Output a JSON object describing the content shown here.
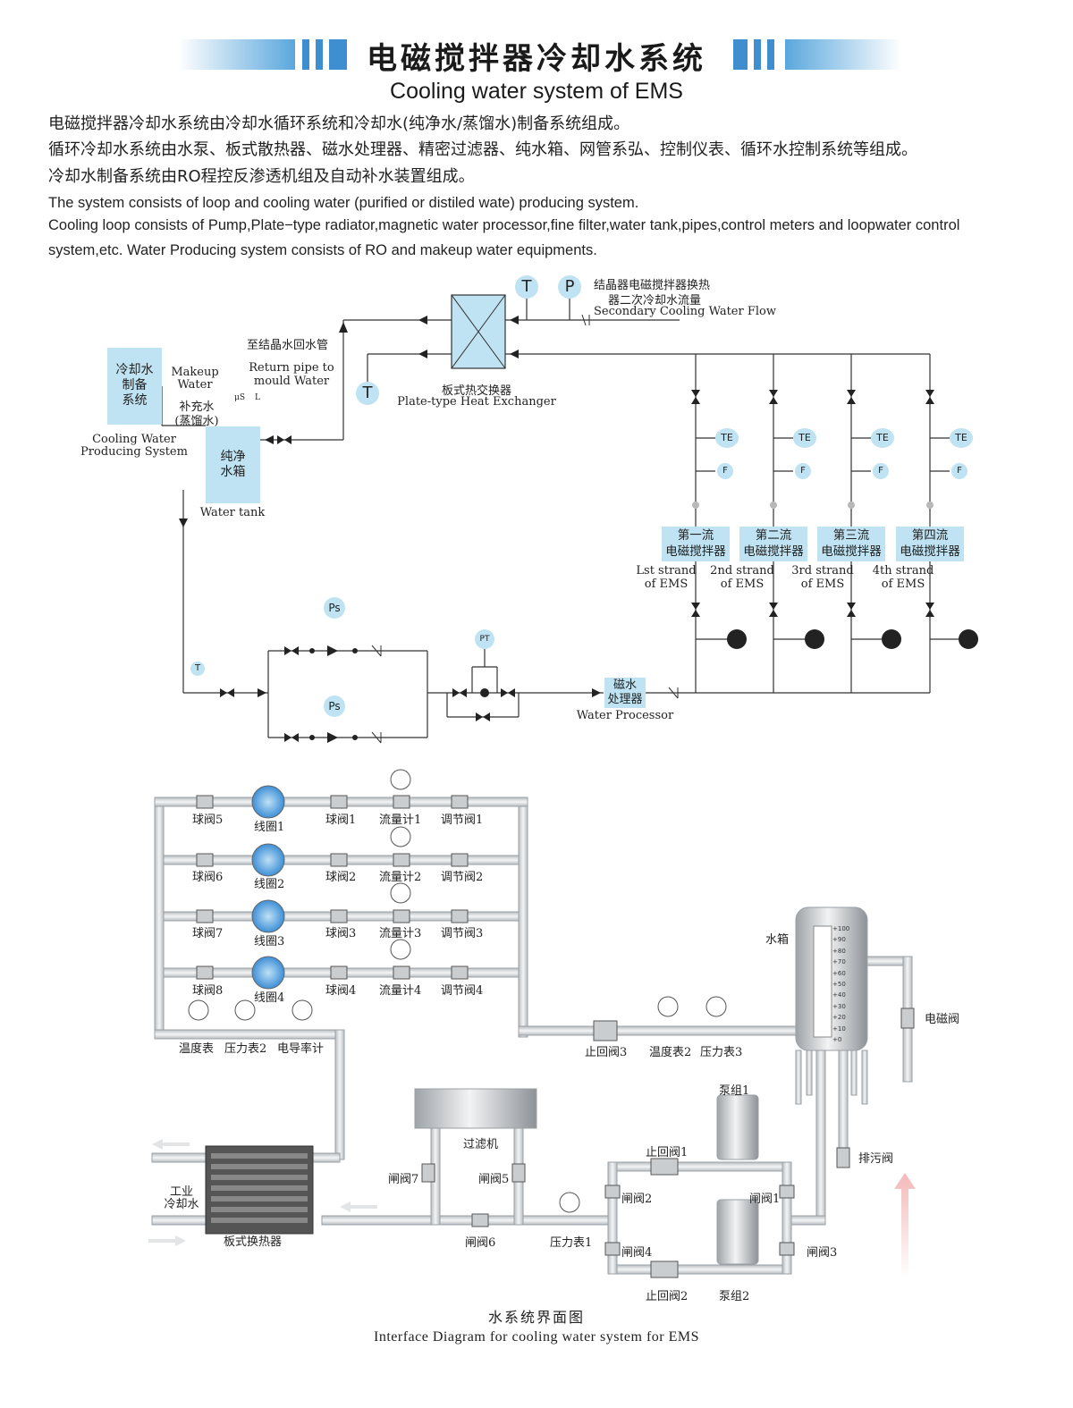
{
  "header": {
    "title_zh": "电磁搅拌器冷却水系统",
    "title_en": "Cooling water system of EMS"
  },
  "intro": {
    "zh_lines": [
      "电磁搅拌器冷却水系统由冷却水循环系统和冷却水(纯净水/蒸馏水)制备系统组成。",
      "循环冷却水系统由水泵、板式散热器、磁水处理器、精密过滤器、纯水箱、网管系弘、控制仪表、循环水控制系统等组成。",
      "冷却水制备系统由RO程控反渗透机组及自动补水装置组成。"
    ],
    "en_lines": [
      "The system consists of loop and cooling water (purified or distiled wate) producing system.",
      "Cooling loop consists of Pump,Plate−type radiator,magnetic water processor,fine filter,water tank,pipes,control meters and loopwater control system,etc. Water Producing system consists of RO and makeup water equipments."
    ]
  },
  "diagram1": {
    "instrument_T": "T",
    "instrument_P": "P",
    "instrument_TE": "TE",
    "instrument_F": "F",
    "instrument_Ps": "Ps",
    "instrument_PT": "PT",
    "secondary_flow_zh": "结晶器电磁搅拌器换热器二次冷却水流量",
    "secondary_flow_zh_1": "结晶器电磁搅拌器换热",
    "secondary_flow_zh_2": "器二次冷却水流量",
    "secondary_flow_en": "Secondary Cooling Water Flow",
    "return_zh": "至结晶水回水管",
    "return_en_1": "Return pipe to",
    "return_en_2": "mould Water",
    "hx_zh": "板式热交换器",
    "hx_en": "Plate-type Heat Exchanger",
    "cwp_zh_1": "冷却水",
    "cwp_zh_2": "制备",
    "cwp_zh_3": "系统",
    "cwp_en_1": "Cooling Water",
    "cwp_en_2": "Producing System",
    "makeup_en_1": "Makeup",
    "makeup_en_2": "Water",
    "makeup_zh_1": "补充水",
    "makeup_zh_2": "(蒸馏水)",
    "mark_us": "μS",
    "mark_L": "L",
    "tank_zh_1": "纯净",
    "tank_zh_2": "水箱",
    "tank_en": "Water tank",
    "wp_zh_1": "磁水",
    "wp_zh_2": "处理器",
    "wp_en": "Water Processor",
    "ems": [
      {
        "zh1": "第一流",
        "zh2": "电磁搅拌器",
        "en1": "Lst strand",
        "en2": "of EMS"
      },
      {
        "zh1": "第二流",
        "zh2": "电磁搅拌器",
        "en1": "2nd strand",
        "en2": "of EMS"
      },
      {
        "zh1": "第三流",
        "zh2": "电磁搅拌器",
        "en1": "3rd strand",
        "en2": "of EMS"
      },
      {
        "zh1": "第四流",
        "zh2": "电磁搅拌器",
        "en1": "4th strand",
        "en2": "of EMS"
      }
    ]
  },
  "diagram2": {
    "rows": [
      {
        "ball": "球阀5",
        "coil": "线圈1",
        "ball2": "球阀1",
        "flow": "流量计1",
        "reg": "调节阀1"
      },
      {
        "ball": "球阀6",
        "coil": "线圈2",
        "ball2": "球阀2",
        "flow": "流量计2",
        "reg": "调节阀2"
      },
      {
        "ball": "球阀7",
        "coil": "线圈3",
        "ball2": "球阀3",
        "flow": "流量计3",
        "reg": "调节阀3"
      },
      {
        "ball": "球阀8",
        "coil": "线圈4",
        "ball2": "球阀4",
        "flow": "流量计4",
        "reg": "调节阀4"
      }
    ],
    "temp_gauge": "温度表",
    "pressure_gauge2": "压力表2",
    "conductivity": "电导率计",
    "check_valve3": "止回阀3",
    "temp_gauge2": "温度表2",
    "pressure_gauge3": "压力表3",
    "tank": "水箱",
    "level_marks": [
      "+100",
      "+90",
      "+80",
      "+70",
      "+60",
      "+50",
      "+40",
      "+30",
      "+20",
      "+10",
      "+0"
    ],
    "solenoid": "电磁阀",
    "drain": "排污阀",
    "filter": "过滤机",
    "gate7": "闸阀7",
    "gate5": "闸阀5",
    "gate6": "闸阀6",
    "pressure_gauge1": "压力表1",
    "industrial_1": "工业",
    "industrial_2": "冷却水",
    "plate_hx": "板式换热器",
    "pump1": "泵组1",
    "pump2": "泵组2",
    "check1": "止回阀1",
    "check2": "止回阀2",
    "gate1": "闸阀1",
    "gate2": "闸阀2",
    "gate3": "闸阀3",
    "gate4": "闸阀4",
    "caption_zh": "水系统界面图",
    "caption_en": "Interface Diagram for cooling water system for EMS"
  },
  "colors": {
    "accent_blue": "#3f8fd0",
    "light_blue": "#bfe3f2",
    "pipe_gray": "#cfd3d6"
  }
}
